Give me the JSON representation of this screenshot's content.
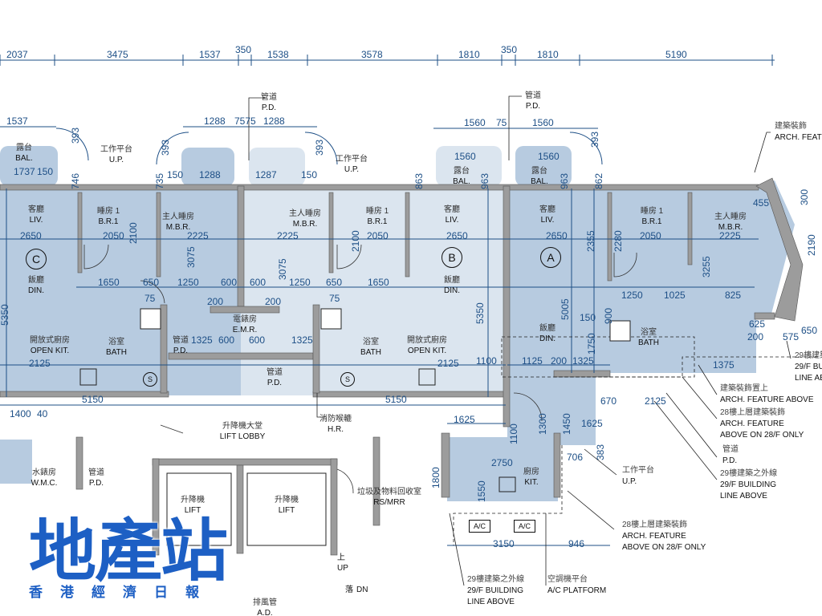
{
  "dimensions": [
    "2037",
    "3475",
    "1537",
    "350",
    "1538",
    "3578",
    "1810",
    "350",
    "1810",
    "5190",
    "1537",
    "393",
    "1288",
    "7575",
    "1288",
    "393",
    "393",
    "1560",
    "75",
    "1560",
    "393",
    "1560",
    "1560",
    "1737",
    "150",
    "1288",
    "1287",
    "150",
    "150",
    "746",
    "735",
    "863",
    "862",
    "963",
    "963",
    "2650",
    "2050",
    "2225",
    "2225",
    "2050",
    "2650",
    "2650",
    "2050",
    "2225",
    "1650",
    "650",
    "1250",
    "600",
    "600",
    "1250",
    "650",
    "1650",
    "1250",
    "1025",
    "825",
    "200",
    "200",
    "75",
    "75",
    "600",
    "600",
    "1325",
    "1325",
    "2125",
    "1125",
    "200",
    "1325",
    "1100",
    "2125",
    "5150",
    "5150",
    "1400",
    "40",
    "1625",
    "2750",
    "706",
    "3150",
    "946",
    "5350",
    "5350",
    "3075",
    "3075",
    "2100",
    "2100",
    "5005",
    "2355",
    "2280",
    "3255",
    "1750",
    "900",
    "1100",
    "1300",
    "1450",
    "1800",
    "1550",
    "300",
    "2190",
    "455",
    "625",
    "200",
    "575",
    "650",
    "1375",
    "2125",
    "670",
    "1625",
    "150",
    "383"
  ],
  "rooms": [
    {
      "zh": "客廳",
      "en": "LIV."
    },
    {
      "zh": "睡房 1",
      "en": "B.R.1"
    },
    {
      "zh": "主人睡房",
      "en": "M.B.R."
    },
    {
      "zh": "主人睡房",
      "en": "M.B.R."
    },
    {
      "zh": "睡房 1",
      "en": "B.R.1"
    },
    {
      "zh": "客廳",
      "en": "LIV."
    },
    {
      "zh": "客廳",
      "en": "LIV."
    },
    {
      "zh": "睡房 1",
      "en": "B.R.1"
    },
    {
      "zh": "主人睡房",
      "en": "M.B.R."
    },
    {
      "zh": "飯廳",
      "en": "DIN."
    },
    {
      "zh": "飯廳",
      "en": "DIN."
    },
    {
      "zh": "飯廳",
      "en": "DIN."
    },
    {
      "zh": "開放式廚房",
      "en": "OPEN KIT."
    },
    {
      "zh": "開放式廚房",
      "en": "OPEN KIT."
    },
    {
      "zh": "浴室",
      "en": "BATH"
    },
    {
      "zh": "浴室",
      "en": "BATH"
    },
    {
      "zh": "浴室",
      "en": "BATH"
    },
    {
      "zh": "電錶房",
      "en": "E.M.R."
    },
    {
      "zh": "管道",
      "en": "P.D."
    },
    {
      "zh": "管道",
      "en": "P.D."
    },
    {
      "zh": "消防喉轆",
      "en": "H.R."
    },
    {
      "zh": "升降機大堂",
      "en": "LIFT LOBBY"
    },
    {
      "zh": "升降機",
      "en": "LIFT"
    },
    {
      "zh": "升降機",
      "en": "LIFT"
    },
    {
      "zh": "廚房",
      "en": "KIT."
    },
    {
      "zh": "水錶房",
      "en": "W.M.C."
    },
    {
      "zh": "管道",
      "en": "P.D."
    },
    {
      "zh": "垃圾及物料回收室",
      "en": "RS/MRR"
    },
    {
      "zh": "露台",
      "en": "BAL."
    },
    {
      "zh": "露台",
      "en": "BAL."
    },
    {
      "zh": "露台",
      "en": "BAL."
    },
    {
      "zh": "管道",
      "en": "P.D."
    },
    {
      "zh": "管道",
      "en": "P.D."
    },
    {
      "zh": "工作平台",
      "en": "U.P."
    },
    {
      "zh": "工作平台",
      "en": "U.P."
    },
    {
      "zh": "排風管",
      "en": "A.D."
    }
  ],
  "units": [
    "C",
    "B",
    "A"
  ],
  "annotations": [
    {
      "zh": "建築裝飾",
      "lines": [
        "ARCH. FEATURE"
      ]
    },
    {
      "zh": "建築裝飾置上",
      "lines": [
        "ARCH. FEATURE ABOVE"
      ]
    },
    {
      "zh": "28樓上層建築裝飾",
      "lines": [
        "ARCH.  FEATURE",
        "ABOVE ON 28/F ONLY"
      ]
    },
    {
      "zh": "管道",
      "lines": [
        "P.D."
      ]
    },
    {
      "zh": "29樓建築之外線",
      "lines": [
        "29/F BUILDING",
        "LINE ABOVE"
      ]
    },
    {
      "zh": "工作平台",
      "lines": [
        "U.P."
      ]
    },
    {
      "zh": "28樓上層建築裝飾",
      "lines": [
        "ARCH.  FEATURE",
        "ABOVE ON 28/F ONLY"
      ]
    },
    {
      "zh": "29樓建築之外線",
      "lines": [
        "29/F BUILDING",
        "LINE ABOVE"
      ]
    },
    {
      "zh": "空調機平台",
      "lines": [
        "A/C PLATFORM"
      ]
    },
    {
      "zh": "29樓建築",
      "lines": [
        "29/F BU",
        "LINE ABO"
      ]
    }
  ],
  "fixtures": {
    "ac": "A/C",
    "s": "S",
    "up": "上",
    "up_en": "UP",
    "dn": "落",
    "dn_en": "DN"
  },
  "logo": {
    "main": "地產站",
    "sub": "香港經濟日報"
  },
  "colors": {
    "unit_fill": "#b7cbe0",
    "unit_b_fill": "#dbe5ef",
    "wall": "#9c9c9c",
    "dim": "#1d4f86",
    "logo": "#1d5fc4"
  }
}
